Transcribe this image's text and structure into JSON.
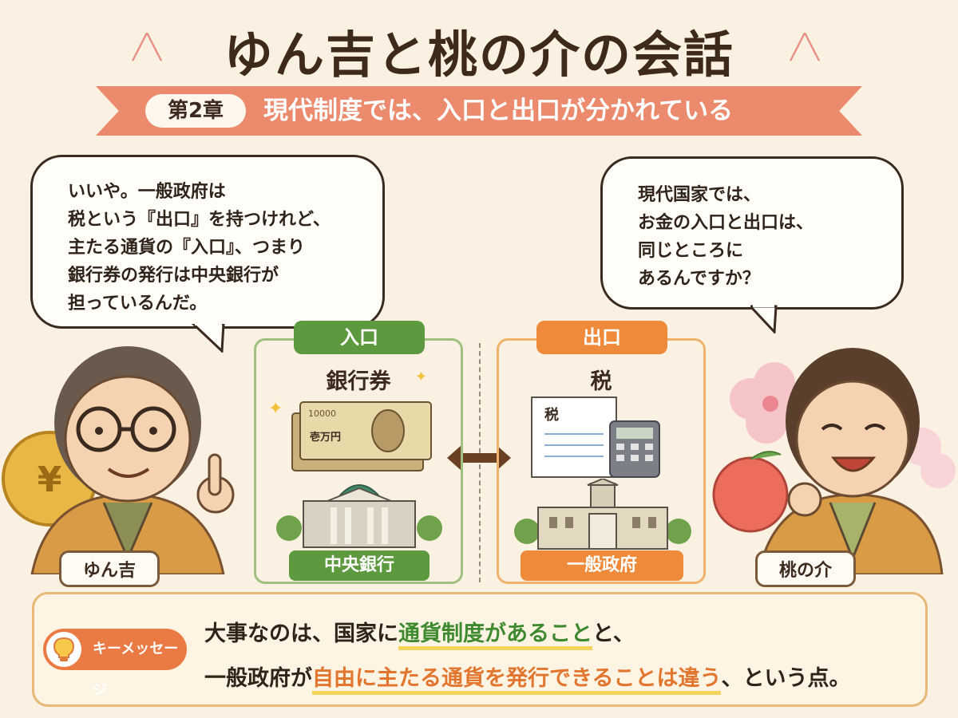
{
  "title": "ゆん吉と桃の介の会話",
  "chapter": {
    "badge": "第2章",
    "heading": "現代制度では、入口と出口が分かれている"
  },
  "yunkichi": {
    "name": "ゆん吉",
    "speech": [
      "いいや。一般政府は",
      "税という『出口』を持つけれど、",
      "主たる通貨の『入口』、つまり",
      "銀行券の発行は中央銀行が",
      "担っているんだ。"
    ]
  },
  "momonosuke": {
    "name": "桃の介",
    "speech": [
      "現代国家では、",
      "お金の入口と出口は、",
      "同じところに",
      "あるんですか？"
    ]
  },
  "entrance": {
    "tag": "入口",
    "title": "銀行券",
    "label": "中央銀行",
    "note_text": "10000",
    "note_kanji": "壱万円"
  },
  "exit": {
    "tag": "出口",
    "title": "税",
    "label": "一般政府",
    "doc_text": "税"
  },
  "key_message": {
    "badge": "キーメッセージ",
    "line1_prefix": "大事なのは、国家に",
    "line1_highlight": "通貨制度があること",
    "line1_suffix": "と、",
    "line2_prefix": "一般政府が",
    "line2_highlight": "自由に主たる通貨を発行できることは違う",
    "line2_suffix": "、という点。"
  },
  "colors": {
    "ribbon": "#ec8a6d",
    "entrance_green": "#5d9a3f",
    "exit_orange": "#ef8a3a",
    "highlight_underline": "#f2d45a"
  }
}
